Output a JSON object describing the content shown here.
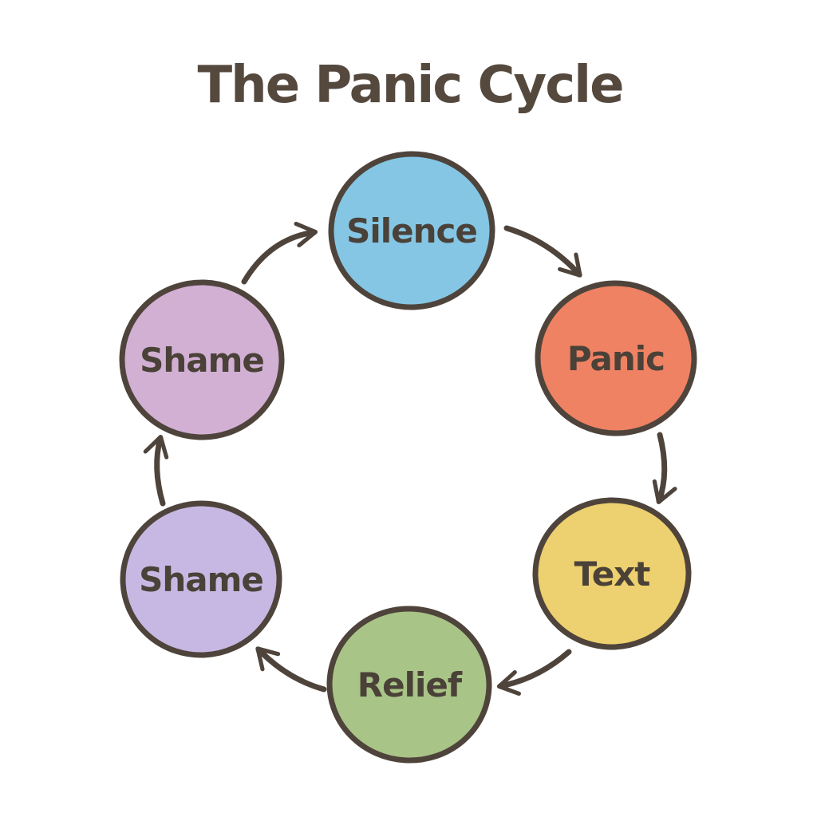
{
  "title": "The Panic Cycle",
  "colors": {
    "background": "#ffffff",
    "title": "#55493e",
    "outline": "#4e443b",
    "node_text": "#4a4138",
    "arrow": "#4e443b"
  },
  "nodes": [
    {
      "id": "silence",
      "label": "Silence",
      "color": "#85c6e4",
      "position": "top"
    },
    {
      "id": "panic",
      "label": "Panic",
      "color": "#ee8263",
      "position": "upper-right"
    },
    {
      "id": "text",
      "label": "Text",
      "color": "#edd06f",
      "position": "lower-right"
    },
    {
      "id": "relief",
      "label": "Relief",
      "color": "#a9c487",
      "position": "bottom"
    },
    {
      "id": "shame-lower",
      "label": "Shame",
      "color": "#c7b8e3",
      "position": "lower-left"
    },
    {
      "id": "shame-upper",
      "label": "Shame",
      "color": "#d2b0d4",
      "position": "upper-left"
    }
  ],
  "edges": [
    {
      "from": "shame-upper",
      "to": "silence"
    },
    {
      "from": "silence",
      "to": "panic"
    },
    {
      "from": "panic",
      "to": "text"
    },
    {
      "from": "text",
      "to": "relief"
    },
    {
      "from": "relief",
      "to": "shame-lower"
    },
    {
      "from": "shame-lower",
      "to": "shame-upper"
    }
  ]
}
